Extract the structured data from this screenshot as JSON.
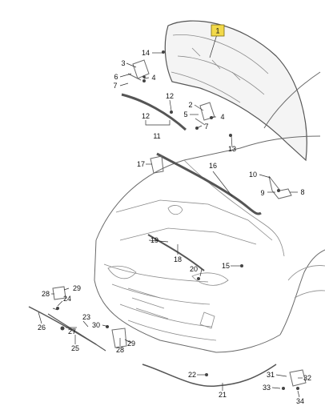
{
  "callouts": {
    "c1": "1",
    "c2": "2",
    "c3": "3",
    "c4a": "4",
    "c4b": "4",
    "c5": "5",
    "c6": "6",
    "c7a": "7",
    "c7b": "7",
    "c8": "8",
    "c9": "9",
    "c10": "10",
    "c11": "11",
    "c12a": "12",
    "c12b": "12",
    "c13": "13",
    "c14": "14",
    "c15": "15",
    "c16": "16",
    "c17": "17",
    "c18": "18",
    "c19": "19",
    "c20": "20",
    "c21": "21",
    "c22": "22",
    "c23": "23",
    "c24": "24",
    "c25": "25",
    "c26": "26",
    "c27": "27",
    "c28a": "28",
    "c28b": "28",
    "c29a": "29",
    "c29b": "29",
    "c30": "30",
    "c31": "31",
    "c32": "32",
    "c33": "33",
    "c34": "34"
  },
  "colors": {
    "highlight_box": "#f2d94a",
    "line": "#6a6a6a"
  }
}
